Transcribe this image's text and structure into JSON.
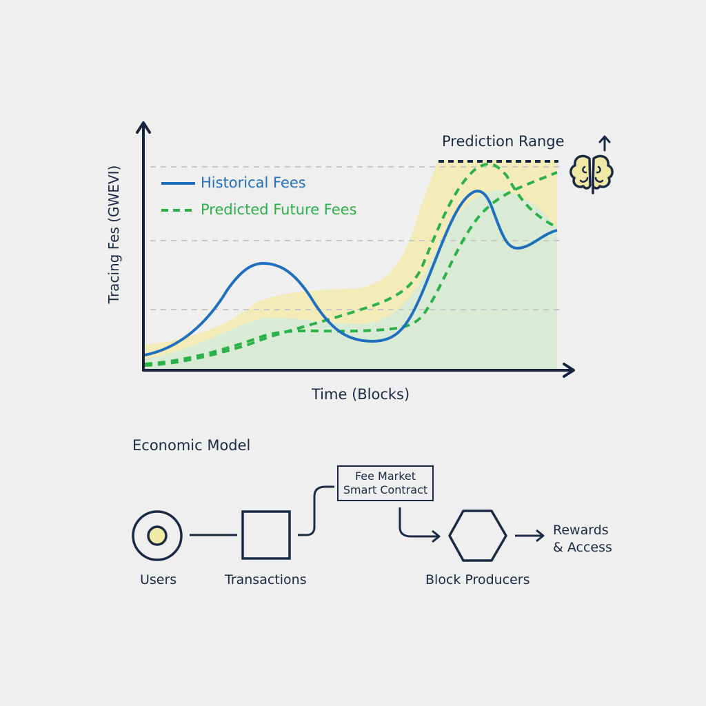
{
  "chart_data": {
    "type": "line",
    "title": "",
    "xlabel": "Time (Blocks)",
    "ylabel": "Tracing Fes (GWEVI)",
    "x": [
      0,
      1,
      2,
      3,
      4,
      5,
      6,
      7,
      8,
      9,
      10,
      11,
      12
    ],
    "xlim": [
      0,
      12
    ],
    "ylim": [
      0,
      10
    ],
    "grid": "horizontal dashed at y≈3, 6.4, 10",
    "legend_position": "upper left inside",
    "series": [
      {
        "name": "Historical Fees",
        "style": "solid",
        "color": "#1f6fbf",
        "values": [
          0.7,
          1.5,
          4.0,
          5.1,
          3.8,
          1.4,
          1.7,
          5.5,
          8.7,
          6.3,
          6.0,
          6.7,
          null
        ]
      },
      {
        "name": "Predicted Future Fees (upper path)",
        "style": "dashed",
        "color": "#2bb04a",
        "values": [
          0.1,
          0.7,
          1.7,
          2.5,
          3.0,
          3.8,
          4.6,
          7.5,
          9.9,
          7.5,
          6.9,
          null,
          null
        ]
      },
      {
        "name": "Predicted Future Fees (lower path)",
        "style": "dashed",
        "color": "#2bb04a",
        "values": [
          0.1,
          0.5,
          1.3,
          1.8,
          1.9,
          1.9,
          2.3,
          4.0,
          7.5,
          8.8,
          9.8,
          null,
          null
        ]
      }
    ],
    "bands": [
      {
        "name": "Prediction Range (upper band)",
        "color": "#f3ecb4",
        "upper_max": 10.4
      },
      {
        "name": "Predicted area",
        "color": "#d8ecd4"
      }
    ],
    "annotations": [
      "Prediction Range"
    ]
  },
  "chart": {
    "ylabel": "Tracing Fes (GWEVI)",
    "xlabel": "Time (Blocks)",
    "legend": [
      {
        "label": "Historical Fees",
        "color": "#1f6fbf",
        "style": "solid"
      },
      {
        "label": "Predicted Future Fees",
        "color": "#2bb04a",
        "style": "dashed"
      }
    ],
    "prediction_range_label": "Prediction Range",
    "icons": {
      "brain": "brain-icon",
      "arrow_up": "arrow-up-icon"
    }
  },
  "model": {
    "title": "Economic Model",
    "nodes": [
      {
        "label": "Users",
        "icon": "circle-target-icon"
      },
      {
        "label": "Transactions",
        "icon": "square-icon"
      },
      {
        "label": "Fee Market",
        "label2": "Smart Contract",
        "icon": "box"
      },
      {
        "label": "Block Producers",
        "icon": "hexagon-icon"
      },
      {
        "label": "Rewards",
        "label2": "& Access"
      }
    ]
  },
  "colors": {
    "ink": "#1b2a44",
    "historical": "#1f6fbf",
    "predicted": "#2bb04a",
    "range_fill": "#f3ecb4",
    "area_fill": "#d8ecd4",
    "grid": "#c9c9c9",
    "background": "#efefef"
  }
}
